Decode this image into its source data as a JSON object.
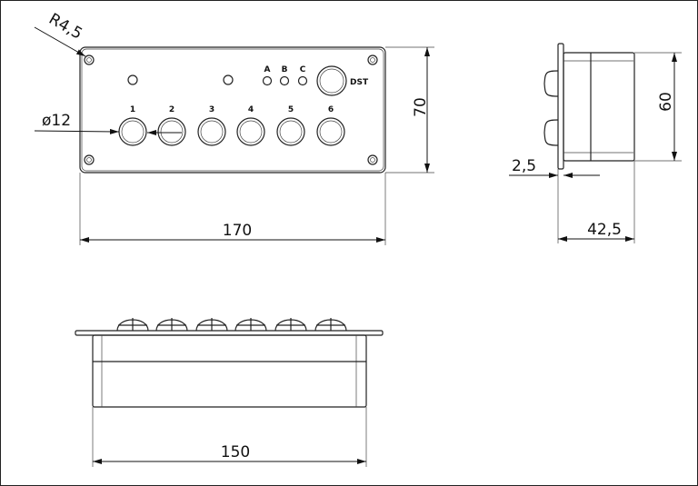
{
  "front_view": {
    "button_labels": [
      "1",
      "2",
      "3",
      "4",
      "5",
      "6"
    ],
    "led_labels": [
      "A",
      "B",
      "C"
    ],
    "dst_label": "DST"
  },
  "dimensions": {
    "corner_radius": "R4,5",
    "button_diameter": "ø12",
    "height": "70",
    "width": "170",
    "side_height": "60",
    "plate_thickness": "2,5",
    "depth": "42,5",
    "body_width": "150"
  }
}
